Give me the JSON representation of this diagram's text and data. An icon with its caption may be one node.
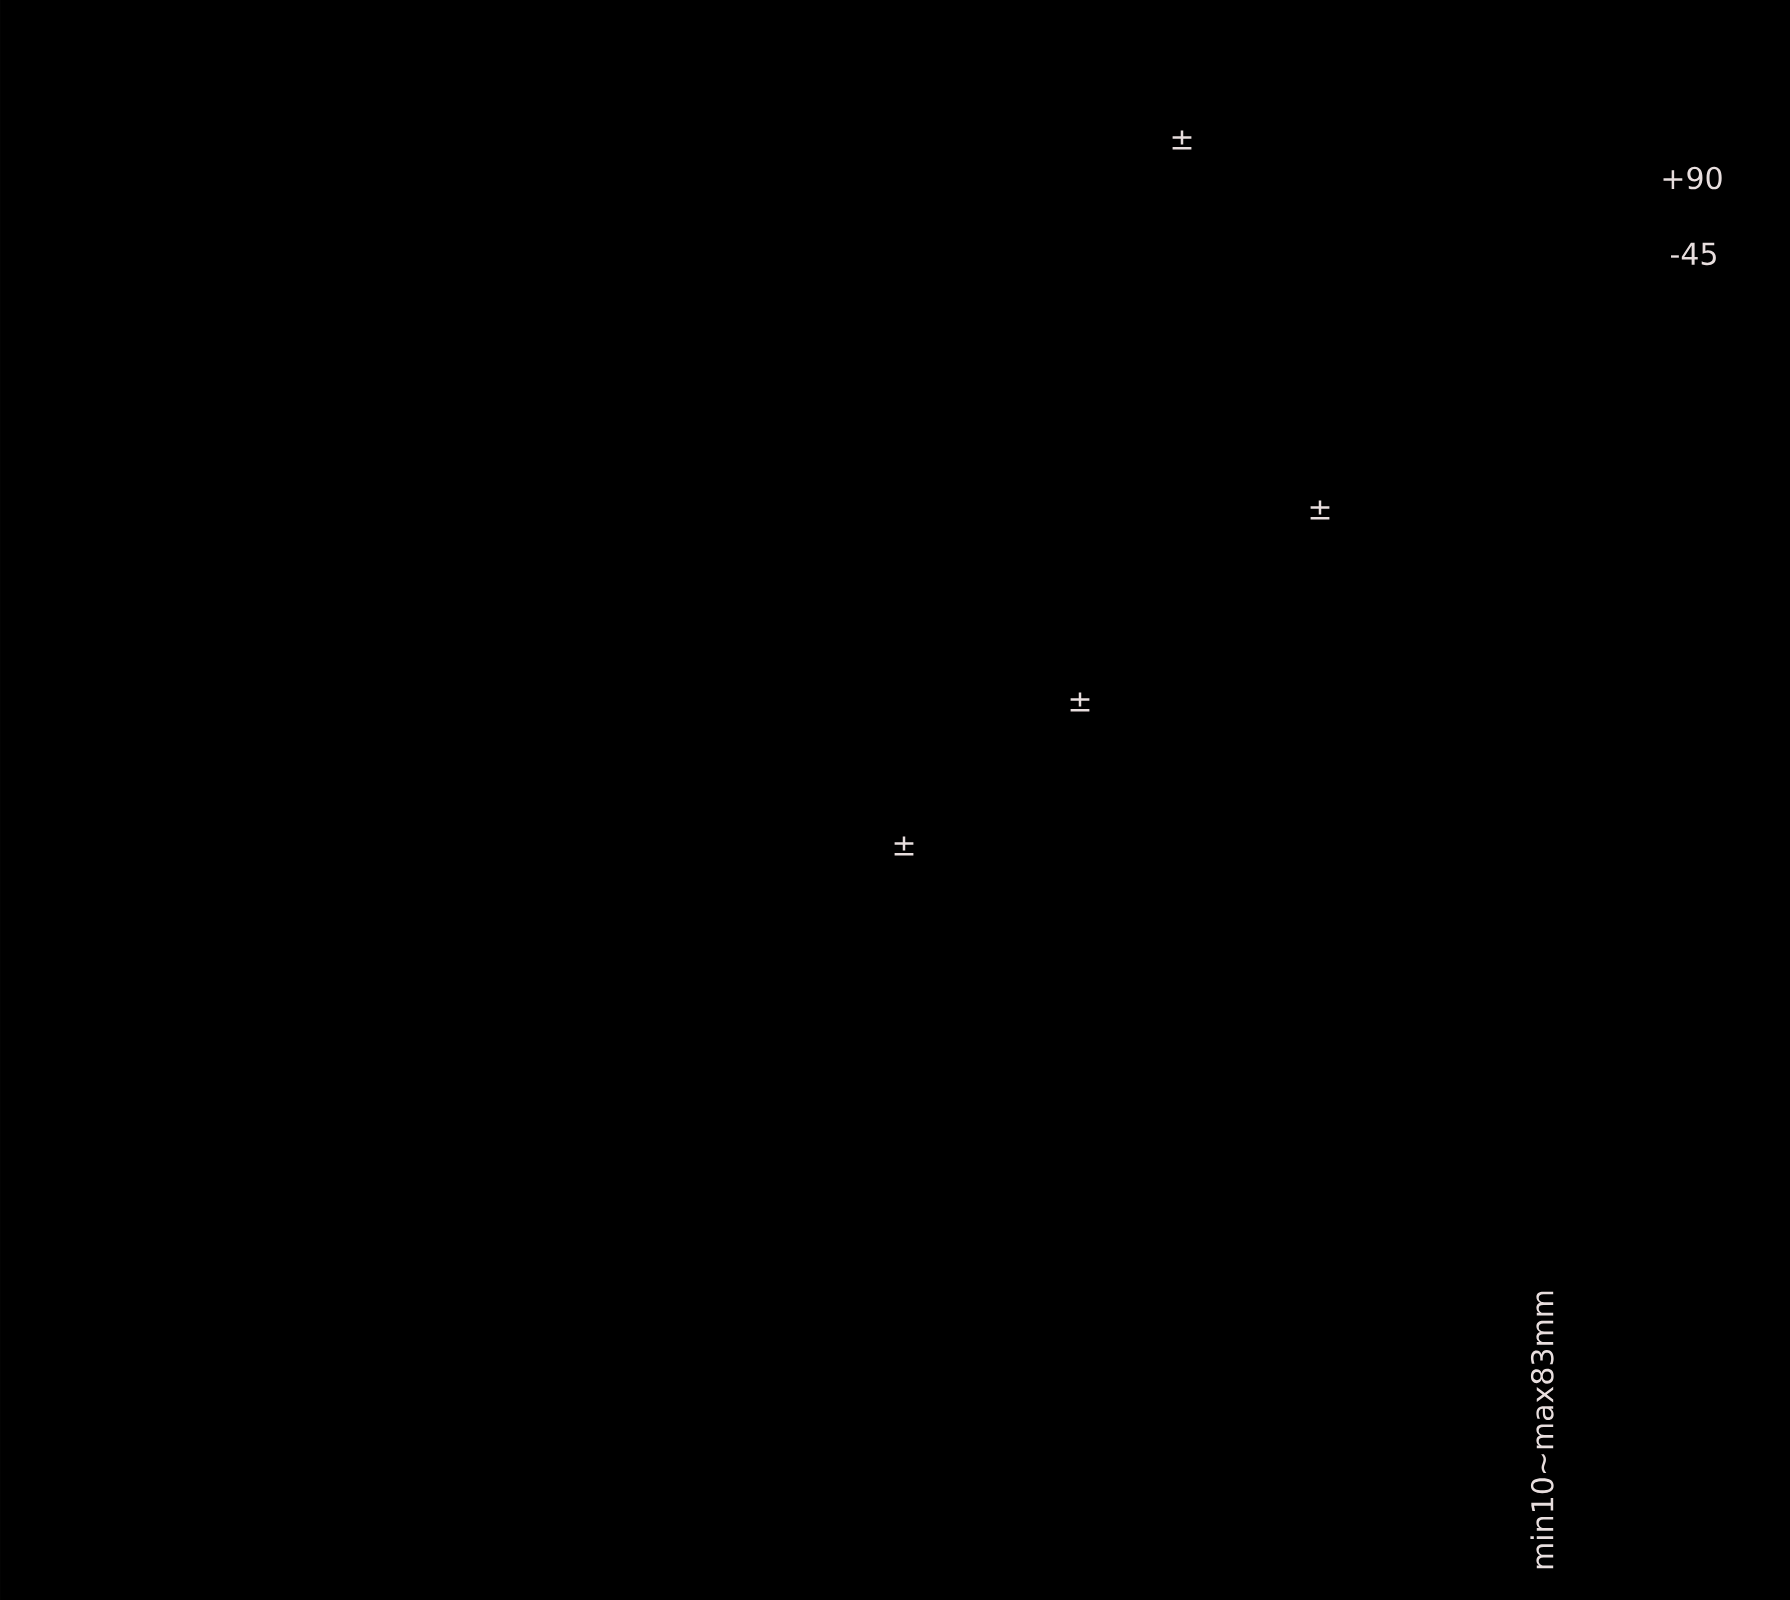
{
  "diagram": {
    "labels": [
      "±",
      "+90",
      "-45",
      "±",
      "±",
      "±",
      "min10~max83mm"
    ]
  }
}
